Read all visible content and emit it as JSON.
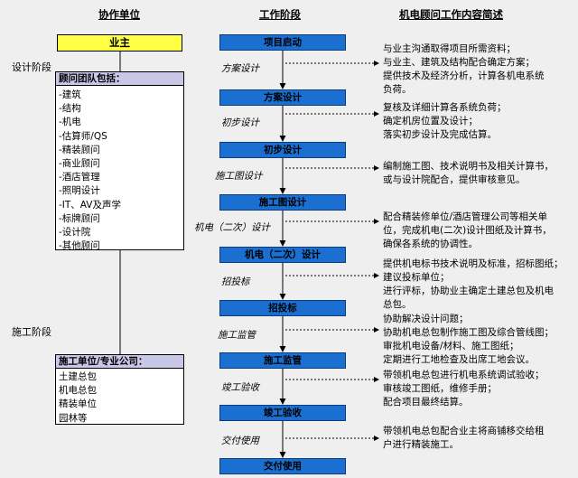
{
  "headers": {
    "collaborators": "协作单位",
    "stages": "工作阶段",
    "content": "机电顾问工作内容简述"
  },
  "owner": "业主",
  "design_phase_label": "设计阶段",
  "construction_phase_label": "施工阶段",
  "consultant_team": {
    "title": "顾问团队包括：",
    "items": [
      "-建筑",
      "-结构",
      "-机电",
      "-估算师/QS",
      "-精装顾问",
      "-商业顾问",
      "-酒店管理",
      "-照明设计",
      "-IT、AV及声学",
      "-标牌顾问",
      "-设计院",
      "-其他顾问"
    ]
  },
  "construction_units": {
    "title": "施工单位/专业公司：",
    "items": [
      "土建总包",
      "机电总包",
      "精装单位",
      "园林等"
    ]
  },
  "stages": [
    "项目启动",
    "方案设计",
    "初步设计",
    "施工图设计",
    "机电（二次）设计",
    "招投标",
    "施工监管",
    "竣工验收",
    "交付使用"
  ],
  "phases": [
    "方案设计",
    "初步设计",
    "施工图设计",
    "机电（二次）设计",
    "招投标",
    "施工监管",
    "竣工验收",
    "交付使用"
  ],
  "descriptions": [
    [
      "与业主沟通取得项目所需资料；",
      "与业主、建筑及结构配合确定方案；",
      "提供技术及经济分析，计算各机电系统",
      "负荷。"
    ],
    [
      "复核及详细计算各系统负荷；",
      "确定机房位置及设计；",
      "落实初步设计及完成估算。"
    ],
    [
      "编制施工图、技术说明书及相关计算书，",
      "或与设计院配合，提供审核意见。"
    ],
    [
      "配合精装修单位/酒店管理公司等相关单",
      "位，完成机电(二次)设计图纸及计算书，",
      "确保各系统的协调性。"
    ],
    [
      "提供机电标书技术说明及标准，招标图纸；",
      "建议投标单位；",
      "进行评标，协助业主确定土建总包及机电",
      "总包。"
    ],
    [
      "协助解决设计问题；",
      "协助机电总包制作施工图及综合管线图；",
      "审批机电设备/材料、施工图纸；",
      "定期进行工地检查及出席工地会议。"
    ],
    [
      "带领机电总包进行机电系统调试验收；",
      "审核竣工图纸，维修手册；",
      "配合项目最终结算。"
    ],
    [
      "带领机电总包配合业主将商铺移交给租",
      "户进行精装施工。"
    ]
  ]
}
